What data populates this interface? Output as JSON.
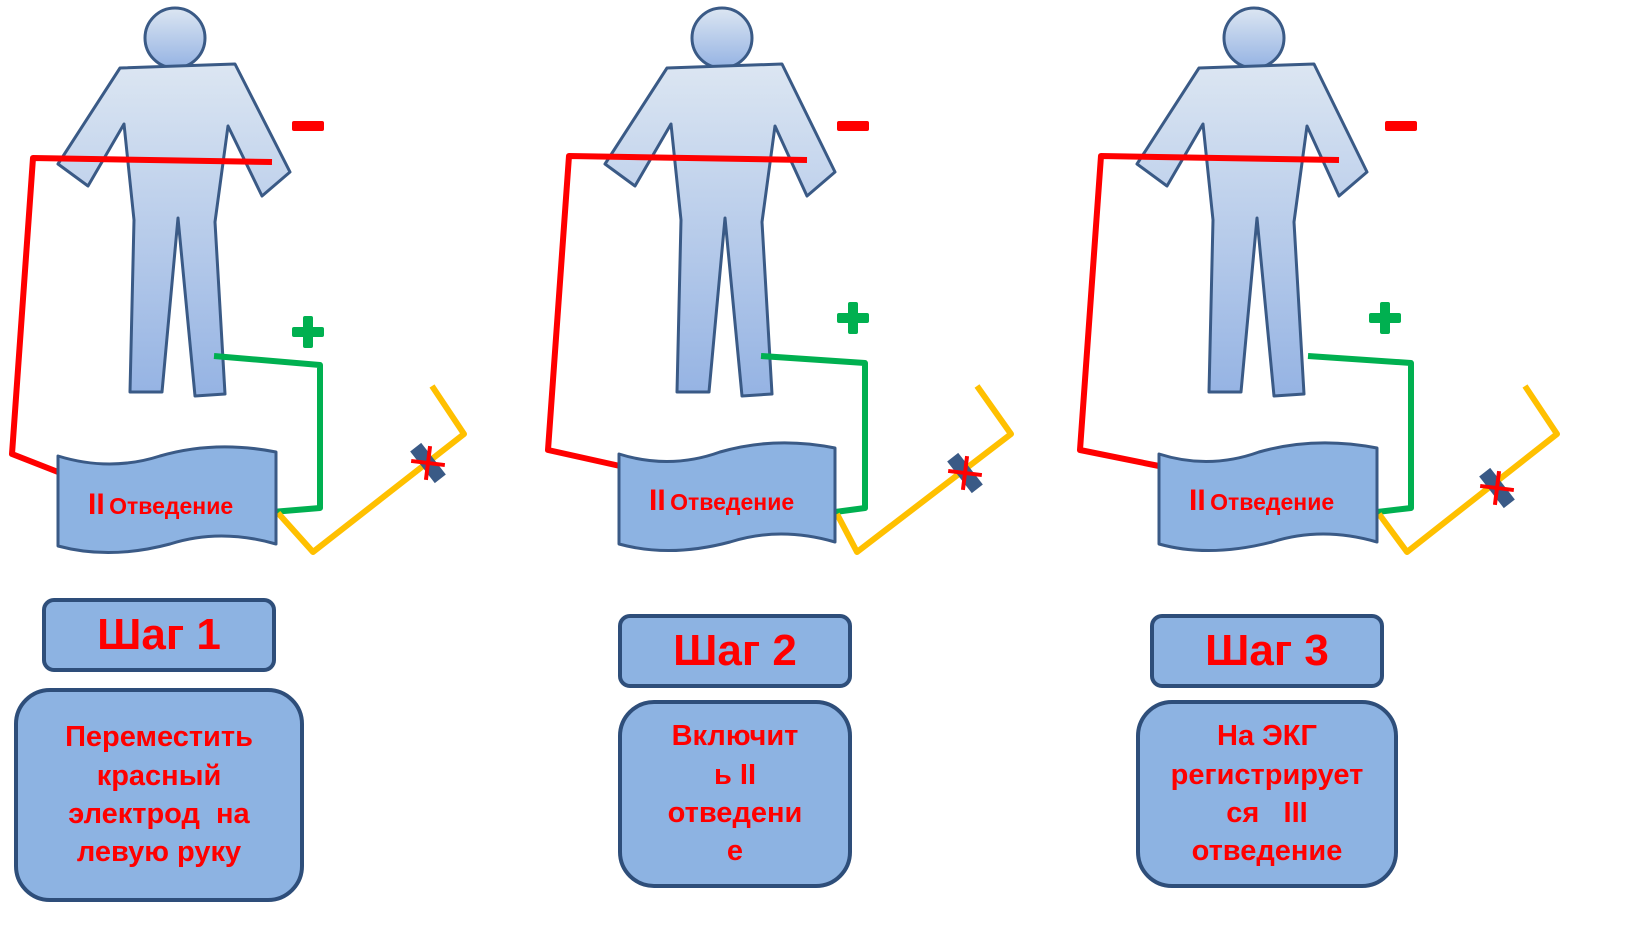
{
  "colors": {
    "body_fill_top": "#dce6f2",
    "body_fill_bottom": "#95b3e3",
    "outline": "#3a5a86",
    "red_wire": "#ff0000",
    "green_wire": "#00b050",
    "yellow_wire": "#ffc000",
    "box_fill": "#8db3e2",
    "text": "#ff0000"
  },
  "icons": {
    "minus": "minus-sign-icon",
    "plus": "plus-sign-icon",
    "ground": "crossed-electrode-icon",
    "person": "human-figure-icon"
  },
  "panels": [
    {
      "lead_roman": "II",
      "lead_word": "Отведение",
      "step_title": "Шаг 1",
      "step_desc_lines": [
        "Переместить",
        "красный",
        "электрод  на",
        "левую руку"
      ]
    },
    {
      "lead_roman": "II",
      "lead_word": "Отведение",
      "step_title": "Шаг 2",
      "step_desc_lines": [
        "Включит",
        "ь II",
        "отведени",
        "е"
      ]
    },
    {
      "lead_roman": "II",
      "lead_word": "Отведение",
      "step_title": "Шаг 3",
      "step_desc_lines": [
        "На ЭКГ",
        "регистрирует",
        "ся   III",
        "отведение"
      ]
    }
  ]
}
